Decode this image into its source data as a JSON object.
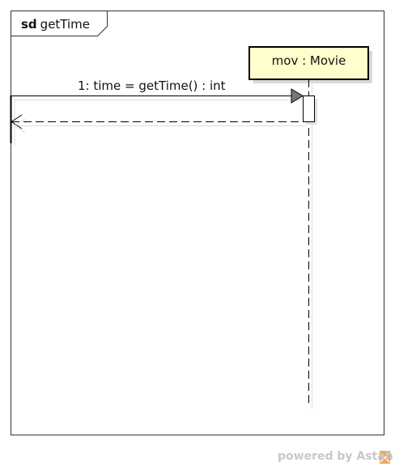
{
  "frame": {
    "keyword": "sd",
    "name": "getTime"
  },
  "lifeline": {
    "label": "mov : Movie",
    "fill_color": "#ffffcc"
  },
  "message": {
    "label": "1: time = getTime() : int"
  },
  "watermark": {
    "text": "powered by Astah",
    "logo_color": "#f0a860"
  }
}
